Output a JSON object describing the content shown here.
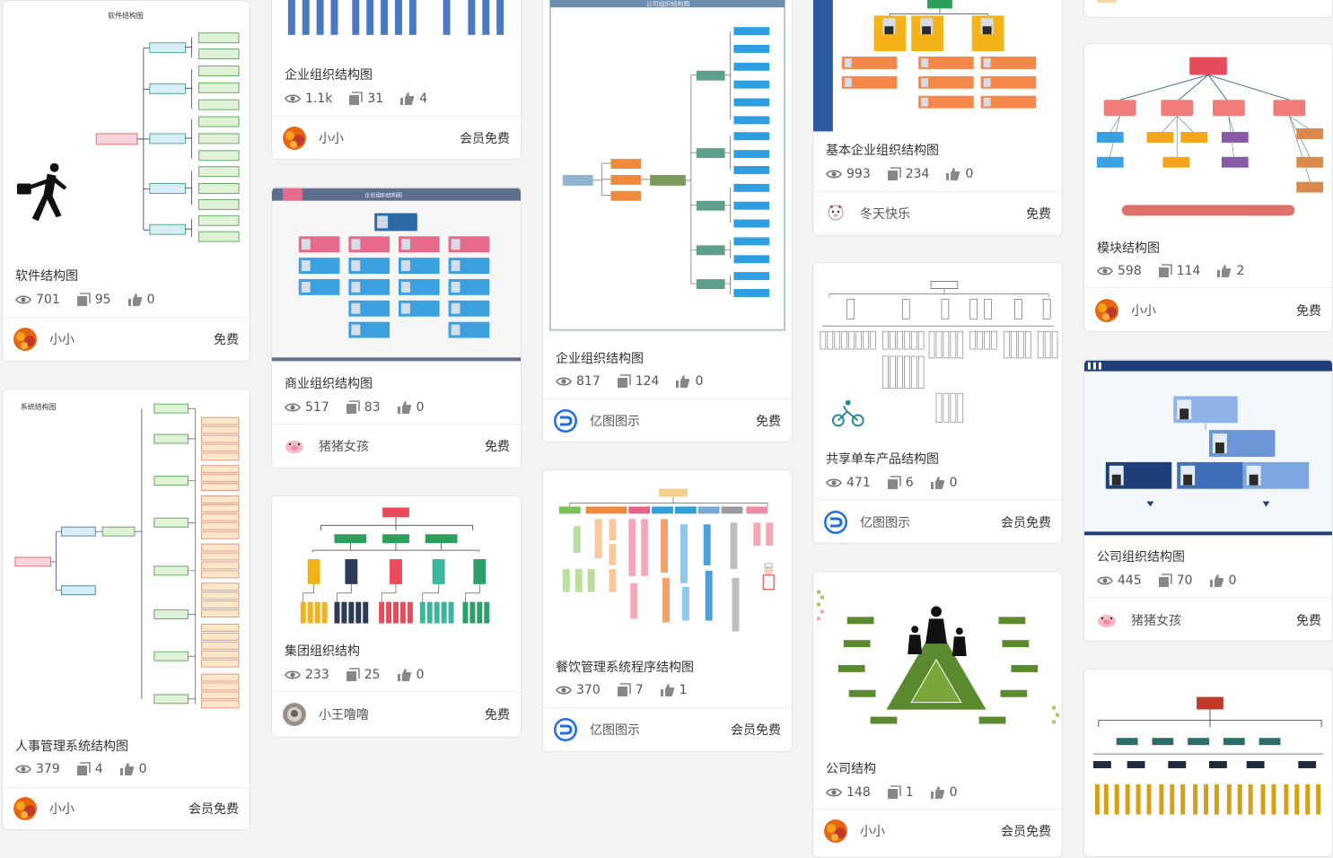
{
  "cards": [
    {
      "title": "软件结构图",
      "thumb_title": "软件结构图",
      "views": "701",
      "copies": "95",
      "likes": "0",
      "author": "小小",
      "price": "免费",
      "avatar": "orange"
    },
    {
      "title": "人事管理系统结构图",
      "thumb_title": "系统结构图",
      "views": "379",
      "copies": "4",
      "likes": "0",
      "author": "小小",
      "price": "会员免费",
      "avatar": "orange"
    },
    {
      "title": "企业组织结构图",
      "views": "1.1k",
      "copies": "31",
      "likes": "4",
      "author": "小小",
      "price": "会员免费",
      "avatar": "orange"
    },
    {
      "title": "商业组织结构图",
      "thumb_title": "企业组织结构图",
      "views": "517",
      "copies": "83",
      "likes": "0",
      "author": "猪猪女孩",
      "price": "免费",
      "avatar": "pig"
    },
    {
      "title": "集团组织结构",
      "views": "233",
      "copies": "25",
      "likes": "0",
      "author": "小王噜噜",
      "price": "免费",
      "avatar": "gray"
    },
    {
      "title": "企业组织结构图",
      "thumb_title": "公司组织结构图",
      "views": "817",
      "copies": "124",
      "likes": "0",
      "author": "亿图图示",
      "price": "免费",
      "avatar": "blue"
    },
    {
      "title": "餐饮管理系统程序结构图",
      "views": "370",
      "copies": "7",
      "likes": "1",
      "author": "亿图图示",
      "price": "会员免费",
      "avatar": "blue"
    },
    {
      "title": "基本企业组织结构图",
      "views": "993",
      "copies": "234",
      "likes": "0",
      "author": "冬天快乐",
      "price": "免费",
      "avatar": "cartoon"
    },
    {
      "title": "共享单车产品结构图",
      "views": "471",
      "copies": "6",
      "likes": "0",
      "author": "亿图图示",
      "price": "会员免费",
      "avatar": "blue"
    },
    {
      "title": "公司结构",
      "views": "148",
      "copies": "1",
      "likes": "0",
      "author": "小小",
      "price": "会员免费",
      "avatar": "orange"
    },
    {
      "title": "模块结构图",
      "views": "598",
      "copies": "114",
      "likes": "2",
      "author": "小小",
      "price": "免费",
      "avatar": "orange"
    },
    {
      "title": "公司组织结构图",
      "views": "445",
      "copies": "70",
      "likes": "0",
      "author": "猪猪女孩",
      "price": "免费",
      "avatar": "pig"
    }
  ],
  "icons": {
    "views": "eye-icon",
    "copies": "copy-icon",
    "likes": "thumbs-up-icon"
  },
  "colors": {
    "background": "#f3f3f3",
    "card": "#ffffff",
    "text": "#333333",
    "brand_blue": "#1e6fe0"
  }
}
